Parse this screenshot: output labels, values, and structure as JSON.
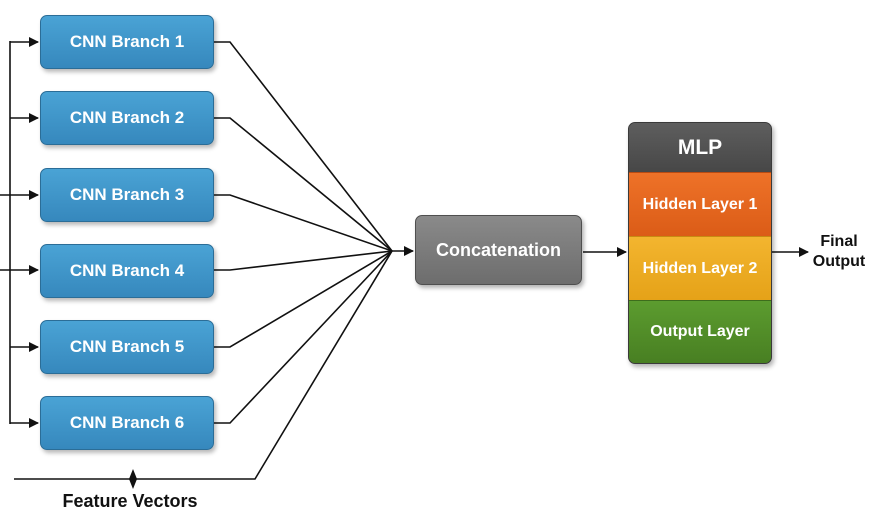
{
  "branches": [
    {
      "label": "CNN Branch 1"
    },
    {
      "label": "CNN Branch 2"
    },
    {
      "label": "CNN Branch 3"
    },
    {
      "label": "CNN Branch 4"
    },
    {
      "label": "CNN Branch 5"
    },
    {
      "label": "CNN Branch 6"
    }
  ],
  "concatenation": {
    "label": "Concatenation"
  },
  "mlp": {
    "title": "MLP",
    "layers": [
      {
        "label": "Hidden Layer 1",
        "color": "#e2641d"
      },
      {
        "label": "Hidden Layer 2",
        "color": "#eaa924"
      },
      {
        "label": "Output Layer",
        "color": "#4f8a27"
      }
    ]
  },
  "output": {
    "line1": "Final",
    "line2": "Output"
  },
  "input": {
    "label": "Feature Vectors"
  },
  "colors": {
    "branch": "#3d93c8",
    "concatenation": "#7a7a7a",
    "mlp_header": "#4f4f4f",
    "lines": "#111111"
  }
}
